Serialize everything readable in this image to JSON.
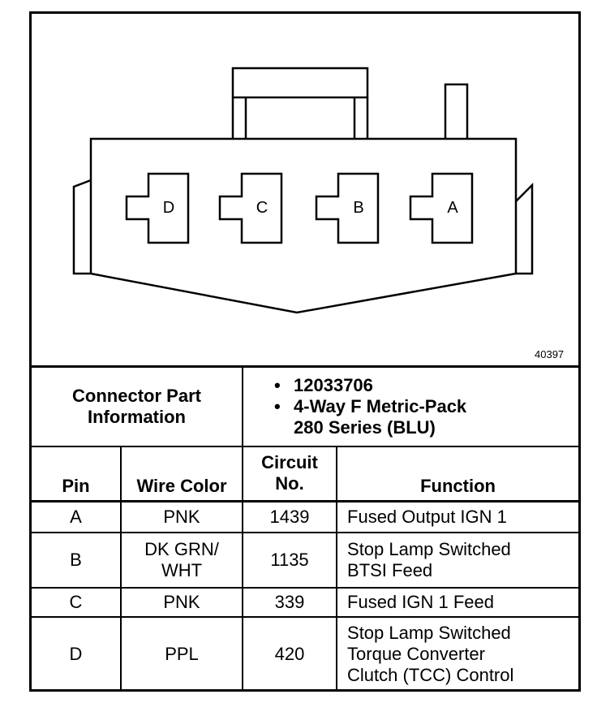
{
  "figure_number": "40397",
  "cavities": [
    "D",
    "C",
    "B",
    "A"
  ],
  "connector_info": {
    "label_line1": "Connector Part",
    "label_line2": "Information",
    "items": [
      "12033706",
      "4-Way F Metric-Pack",
      "280 Series (BLU)"
    ]
  },
  "headers": {
    "pin": "Pin",
    "wire_color": "Wire Color",
    "circuit_line1": "Circuit",
    "circuit_line2": "No.",
    "function": "Function"
  },
  "rows": [
    {
      "pin": "A",
      "wire": [
        "PNK"
      ],
      "circuit": "1439",
      "function": [
        "Fused Output IGN 1"
      ]
    },
    {
      "pin": "B",
      "wire": [
        "DK GRN/",
        "WHT"
      ],
      "circuit": "1135",
      "function": [
        "Stop Lamp Switched",
        "BTSI Feed"
      ]
    },
    {
      "pin": "C",
      "wire": [
        "PNK"
      ],
      "circuit": "339",
      "function": [
        "Fused IGN 1 Feed"
      ]
    },
    {
      "pin": "D",
      "wire": [
        "PPL"
      ],
      "circuit": "420",
      "function": [
        "Stop Lamp Switched",
        "Torque Converter",
        "Clutch (TCC) Control"
      ]
    }
  ]
}
